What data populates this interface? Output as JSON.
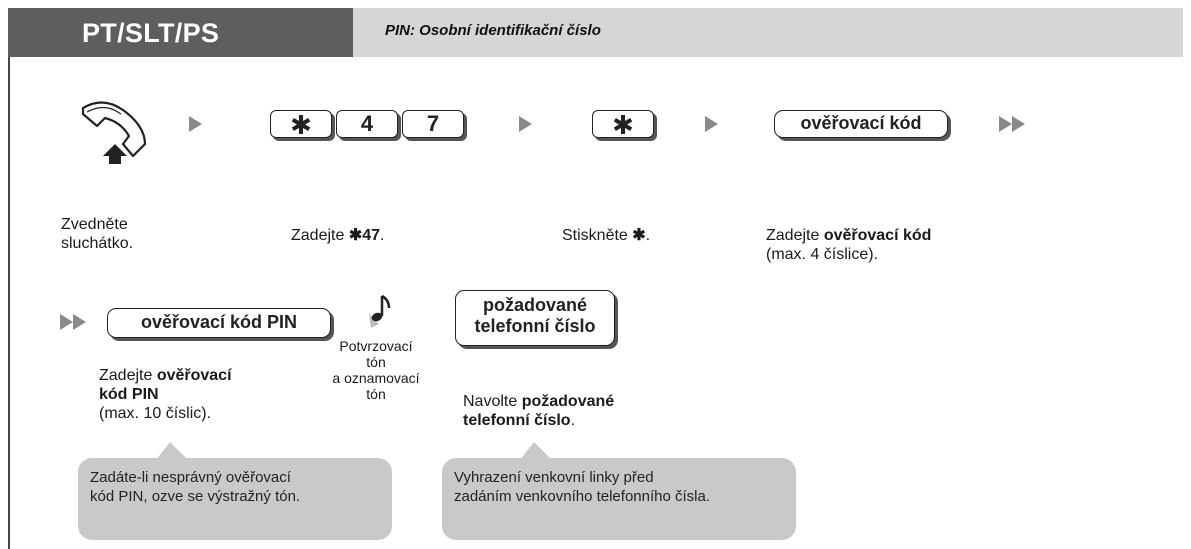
{
  "header": {
    "mode_label": "PT/SLT/PS",
    "subtitle": "PIN: Osobní identifikační číslo"
  },
  "steps": {
    "offhook": {
      "icon": "handset-up-icon",
      "line1": "Zvedněte",
      "line2": "sluchátko."
    },
    "dial_code": {
      "keys": [
        "✱",
        "4",
        "7"
      ],
      "text_prefix": "Zadejte ",
      "text_code": "✱47",
      "text_suffix": "."
    },
    "press_star": {
      "key": "✱",
      "text_prefix": "Stiskněte ",
      "text_code": "✱",
      "text_suffix": "."
    },
    "verification_code": {
      "pill": "ověřovací kód",
      "text_prefix": "Zadejte ",
      "text_bold": "ověřovací kód",
      "text_line2": "(max. 4 číslice)."
    },
    "verification_pin": {
      "pill": "ověřovací kód PIN",
      "text_prefix": "Zadejte ",
      "text_bold1": "ověřovací",
      "text_bold2": "kód PIN",
      "text_line3": "(max. 10 číslic)."
    },
    "tone": {
      "icon": "music-note-icon",
      "lines": [
        "Potvrzovací",
        "tón",
        "a oznamovací",
        "tón"
      ]
    },
    "phone_number": {
      "pill_line1": "požadované",
      "pill_line2": "telefonní číslo",
      "text_prefix": "Navolte ",
      "text_bold1": "požadované",
      "text_bold2": "telefonní číslo",
      "text_suffix": "."
    }
  },
  "notes": {
    "wrong_pin": [
      "Zadáte-li nesprávný ověřovací",
      "kód PIN, ozve se výstražný tón."
    ],
    "line_seize": [
      "Vyhrazení venkovní linky před",
      "zadáním venkovního telefonního čísla."
    ]
  },
  "colors": {
    "header_dark": "#5e5e5e",
    "header_light": "#d6d6d6",
    "bubble": "#c9c9c9",
    "arrow": "#8a8a8a"
  }
}
